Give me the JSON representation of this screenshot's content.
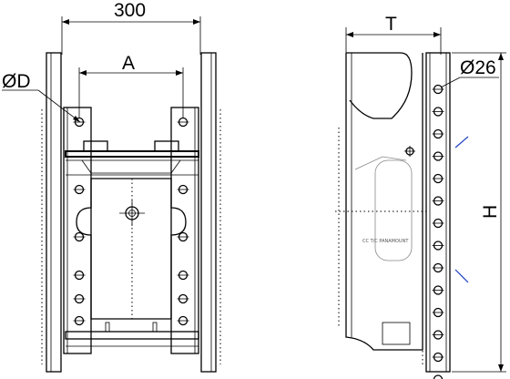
{
  "drawing": {
    "front_view": {
      "width_label": "300",
      "inner_label": "A",
      "diameter_label": "ØD"
    },
    "side_view": {
      "depth_label": "T",
      "hole_label": "Ø26",
      "height_label": "H",
      "plate_text": "CC T/C PANAMOUNT"
    },
    "accent_color": "#1a3fbf"
  }
}
